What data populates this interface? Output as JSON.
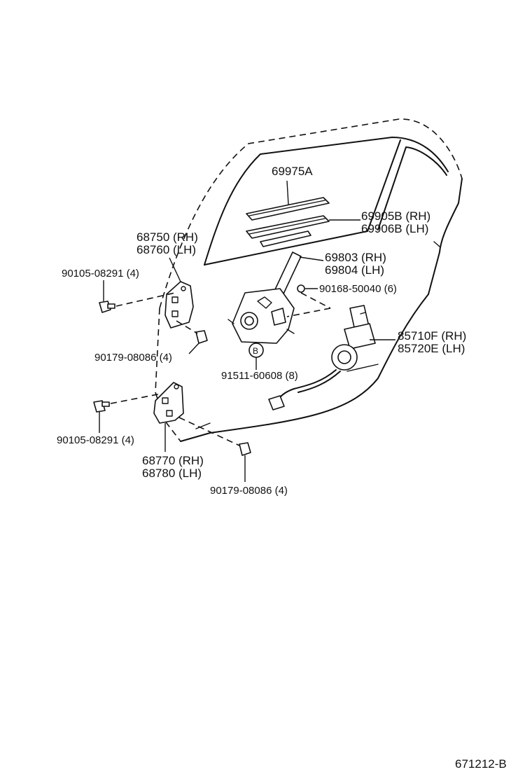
{
  "labels": {
    "glass_channel": "69975A",
    "run_channel_rh": "69905B (RH)",
    "run_channel_lh": "69906B (LH)",
    "upper_hinge_rh": "68750 (RH)",
    "upper_hinge_lh": "68760 (LH)",
    "regulator_rh": "69803 (RH)",
    "regulator_lh": "69804 (LH)",
    "bolt_upper": "90105-08291 (4)",
    "bolt_regulator": "90168-50040 (6)",
    "motor_rh": "85710F (RH)",
    "motor_lh": "85720E (LH)",
    "nut_upper": "90179-08086 (4)",
    "marker_b": "B",
    "rivet": "91511-60608 (8)",
    "bolt_lower": "90105-08291 (4)",
    "lower_hinge_rh": "68770 (RH)",
    "lower_hinge_lh": "68780 (LH)",
    "nut_lower": "90179-08086 (4)",
    "figure_id": "671212-B"
  }
}
